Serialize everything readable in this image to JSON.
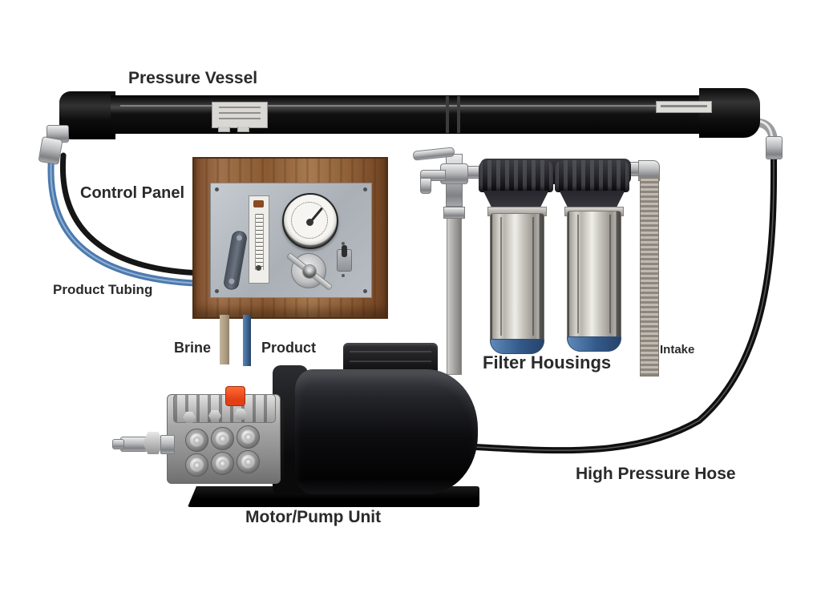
{
  "labels": {
    "pressure_vessel": "Pressure Vessel",
    "control_panel": "Control Panel",
    "product_tubing": "Product Tubing",
    "brine": "Brine",
    "product": "Product",
    "filter_housings": "Filter Housings",
    "intake": "Intake",
    "motor_pump_unit": "Motor/Pump Unit",
    "high_pressure_hose": "High Pressure Hose"
  },
  "colors": {
    "label_text": "#2a2a2a",
    "vessel_black": "#151515",
    "wood_brown": "#8a5a33",
    "panel_metal": "#b7bcc2",
    "product_tube_blue": "#4d79ad",
    "brine_tube_tan": "#b3a28a",
    "filter_band_blue": "#33598a",
    "pump_cap_orange": "#e8481d",
    "hose_black": "#111111"
  }
}
